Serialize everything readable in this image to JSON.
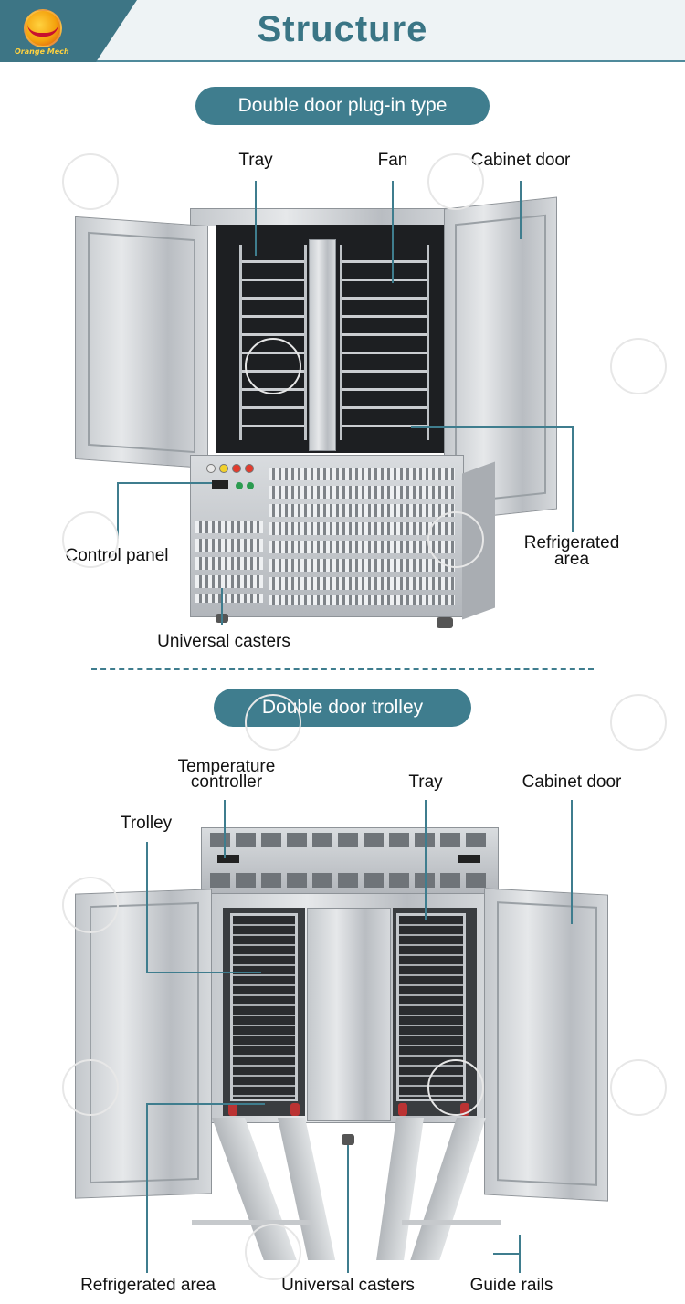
{
  "header": {
    "title": "Structure",
    "logo_text": "Orange Mech"
  },
  "section1": {
    "pill": "Double door plug-in type",
    "labels": {
      "tray": "Tray",
      "fan": "Fan",
      "cabinet_door": "Cabinet door",
      "control_panel": "Control panel",
      "refrigerated_area_line1": "Refrigerated",
      "refrigerated_area_line2": "area",
      "universal_casters": "Universal casters"
    }
  },
  "section2": {
    "pill": "Double door trolley",
    "labels": {
      "temperature_controller_line1": "Temperature",
      "temperature_controller_line2": "controller",
      "tray": "Tray",
      "cabinet_door": "Cabinet door",
      "trolley": "Trolley",
      "refrigerated_area": "Refrigerated area",
      "universal_casters": "Universal casters",
      "guide_rails": "Guide rails"
    }
  },
  "colors": {
    "accent": "#3f7d8e",
    "header_dark": "#3d7585",
    "header_bg": "#eef3f5"
  },
  "icons": {
    "logo": "orange-mech-logo-icon"
  }
}
